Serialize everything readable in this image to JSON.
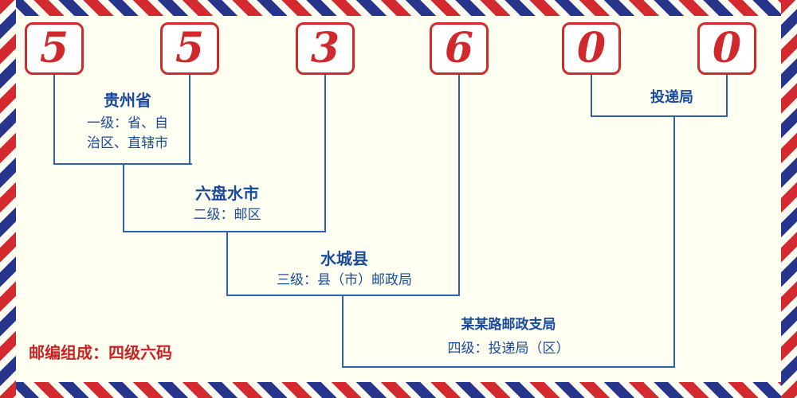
{
  "postal_code": {
    "code": "553600",
    "digits": [
      "5",
      "5",
      "3",
      "6",
      "0",
      "0"
    ]
  },
  "labels": {
    "level1": {
      "title": "贵州省",
      "desc": "一级：省、自\n治区、直辖市"
    },
    "level2": {
      "title": "六盘水市",
      "desc": "二级：邮区"
    },
    "level3": {
      "title": "水城县",
      "desc": "三级：县（市）邮政局"
    },
    "level4": {
      "title": "某某路邮政支局",
      "desc": "四级：投递局（区）"
    },
    "delivery": {
      "title": "投递局"
    },
    "footer": "邮编组成：四级六码"
  },
  "colors": {
    "digit_red": "#d0282d",
    "box_border_red": "#cf2b2b",
    "stripe_red": "#d3292f",
    "stripe_blue": "#27368c",
    "text_blue": "#1a4a9c",
    "line_blue": "#2e62ae",
    "footer_red": "#cc2222",
    "background": "#fffff2"
  }
}
